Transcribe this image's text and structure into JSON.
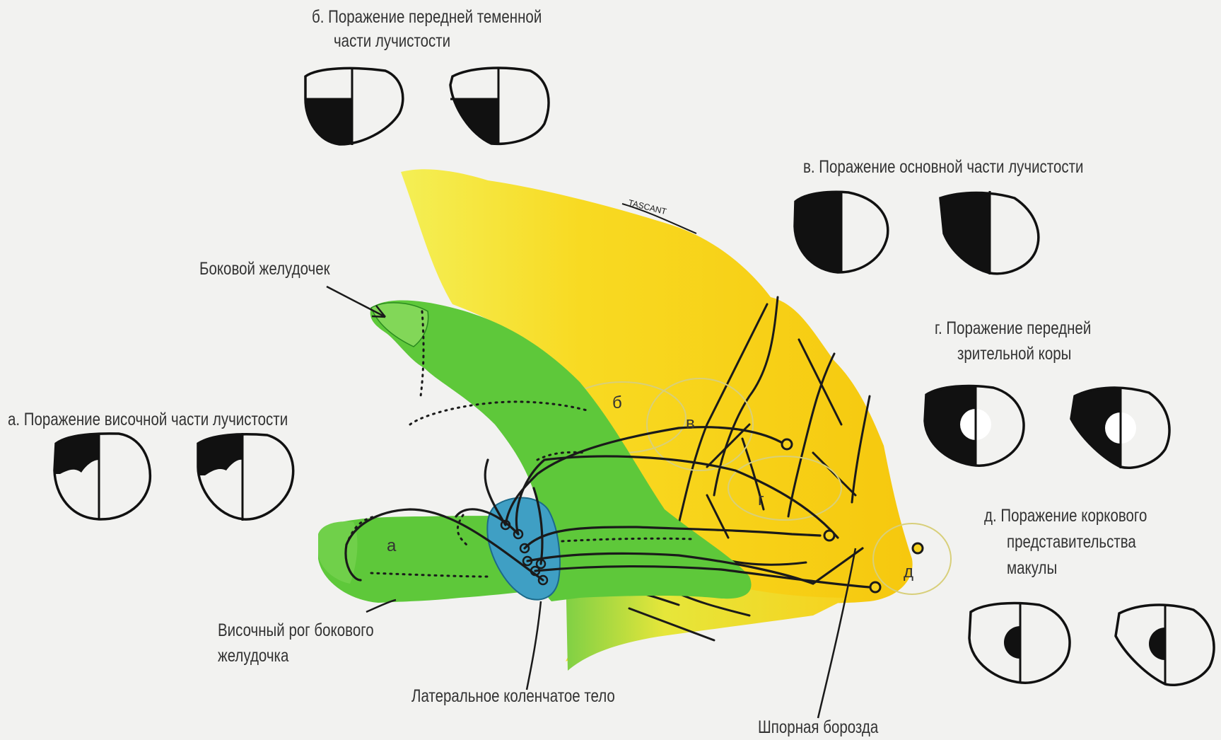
{
  "labels": {
    "b_title_1": "б. Поражение передней теменной",
    "b_title_2": "части лучистости",
    "v_title": "в. Поражение основной части лучистости",
    "lateral_ventricle": "Боковой желудочек",
    "a_title": "а. Поражение височной части лучистости",
    "g_title_1": "г. Поражение передней",
    "g_title_2": "зрительной коры",
    "d_title_1": "д. Поражение коркового",
    "d_title_2": "представительства",
    "d_title_3": "макулы",
    "temporal_horn_1": "Височный рог бокового",
    "temporal_horn_2": "желудочка",
    "lgn": "Латеральное коленчатое тело",
    "calcarine": "Шпорная борозда",
    "signature": "TASCANT"
  },
  "markers": {
    "a": "а",
    "b": "б",
    "v": "в",
    "g": "г",
    "d": "д"
  },
  "colors": {
    "cortex_yellow": "#f7d21e",
    "cortex_gradient_light": "#f2ee4a",
    "ventricle_green": "#5ec83a",
    "lgn_blue": "#3f9fc4",
    "field_loss_black": "#111111"
  },
  "visual_field_defects": [
    {
      "key": "a",
      "deficit": "upper quadrant (superior), temporal radiation"
    },
    {
      "key": "b",
      "deficit": "lower quadrant (inferior), anterior parietal radiation"
    },
    {
      "key": "v",
      "deficit": "complete hemianopia"
    },
    {
      "key": "g",
      "deficit": "hemianopia with macular sparing"
    },
    {
      "key": "d",
      "deficit": "central macular hemi-scotoma"
    }
  ]
}
